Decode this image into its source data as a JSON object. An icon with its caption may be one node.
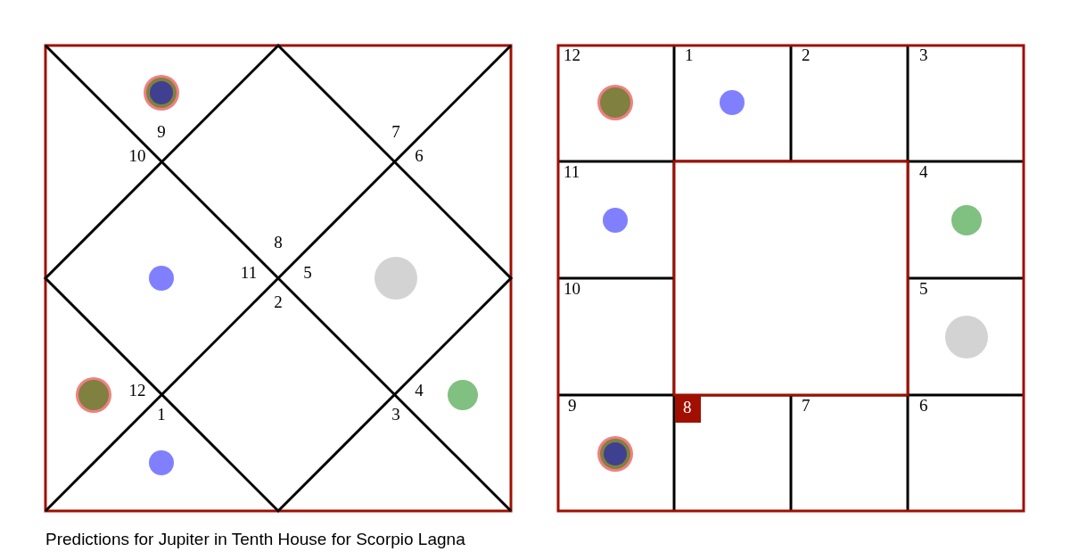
{
  "diagram": {
    "caption": "Predictions for Jupiter in Tenth House for Scorpio Lagna",
    "labels": [
      "9",
      "10",
      "7",
      "6",
      "8",
      "11",
      "5",
      "2",
      "12",
      "1",
      "4",
      "3",
      "12",
      "1",
      "2",
      "3",
      "11",
      "4",
      "10",
      "5",
      "9",
      "8",
      "7",
      "6"
    ]
  }
}
